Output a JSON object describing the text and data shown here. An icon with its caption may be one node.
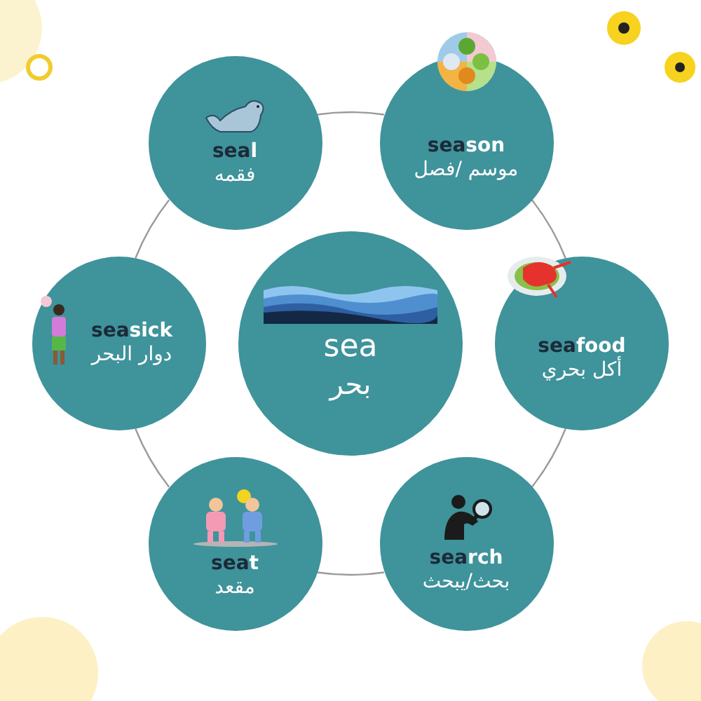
{
  "diagram": {
    "nodes": [
      {
        "text": [
          "sea",
          "بحر"
        ]
      },
      {
        "text": [
          "**sea**l",
          "فقمه"
        ]
      },
      {
        "text": [
          "**sea**son",
          "موسم /فصل"
        ]
      },
      {
        "text": [
          "**sea**food",
          "أكل بحري"
        ]
      },
      {
        "text": [
          "**sea**rch",
          "بحث/يبحث"
        ]
      },
      {
        "text": [
          "**sea**t",
          "مقعد"
        ]
      },
      {
        "text": [
          "**sea**sick",
          "دوار البحر"
        ]
      }
    ],
    "edges": [
      {
        "from": 1,
        "to": 2,
        "arrow": "none"
      },
      {
        "from": 2,
        "to": 3,
        "arrow": "none"
      },
      {
        "from": 3,
        "to": 4,
        "arrow": "none"
      },
      {
        "from": 4,
        "to": 5,
        "arrow": "none"
      },
      {
        "from": 5,
        "to": 6,
        "arrow": "none"
      },
      {
        "from": 6,
        "to": 1,
        "arrow": "none"
      }
    ]
  }
}
